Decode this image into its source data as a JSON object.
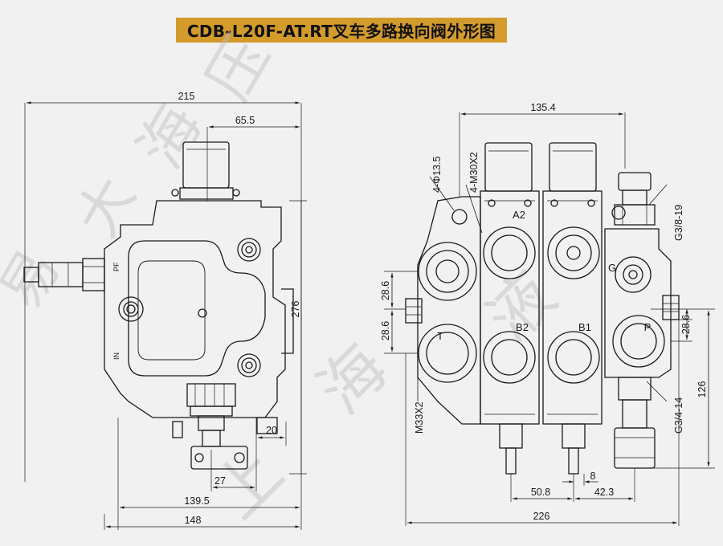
{
  "title": "CDB-L20F-AT.RT叉车多路换向阀外形图",
  "watermark": [
    "易",
    "大",
    "海",
    "压",
    "上",
    "海",
    "液"
  ],
  "colors": {
    "title_bg": "#d39a2c",
    "line": "#1a1a1a",
    "bg": "#f1f1f1"
  },
  "left_view": {
    "dims": {
      "overall_width": "215",
      "top_offset": "65.5",
      "height": "276",
      "offset_small": "20",
      "bottom_small": "27",
      "bottom_mid": "139.5",
      "bottom_total": "148"
    },
    "port_labels": {
      "pf": "PF",
      "in": "IN"
    }
  },
  "right_view": {
    "dims": {
      "top_width": "135.4",
      "left_hole": "4-Φ13.5",
      "left_thread": "4-M30X2",
      "left_upper": "28.6",
      "left_lower": "28.6",
      "bottom_thread": "M33X2",
      "right_thread_top": "G3/8-19",
      "right_side": "28.6",
      "right_height": "126",
      "right_thread_bottom": "G3/4-14",
      "small_gap": "8",
      "bottom_a": "50.8",
      "bottom_b": "42.3",
      "bottom_total": "226"
    },
    "port_labels": {
      "a2": "A2",
      "b2": "B2",
      "b1": "B1",
      "t": "T",
      "g": "G",
      "p": "P"
    }
  }
}
